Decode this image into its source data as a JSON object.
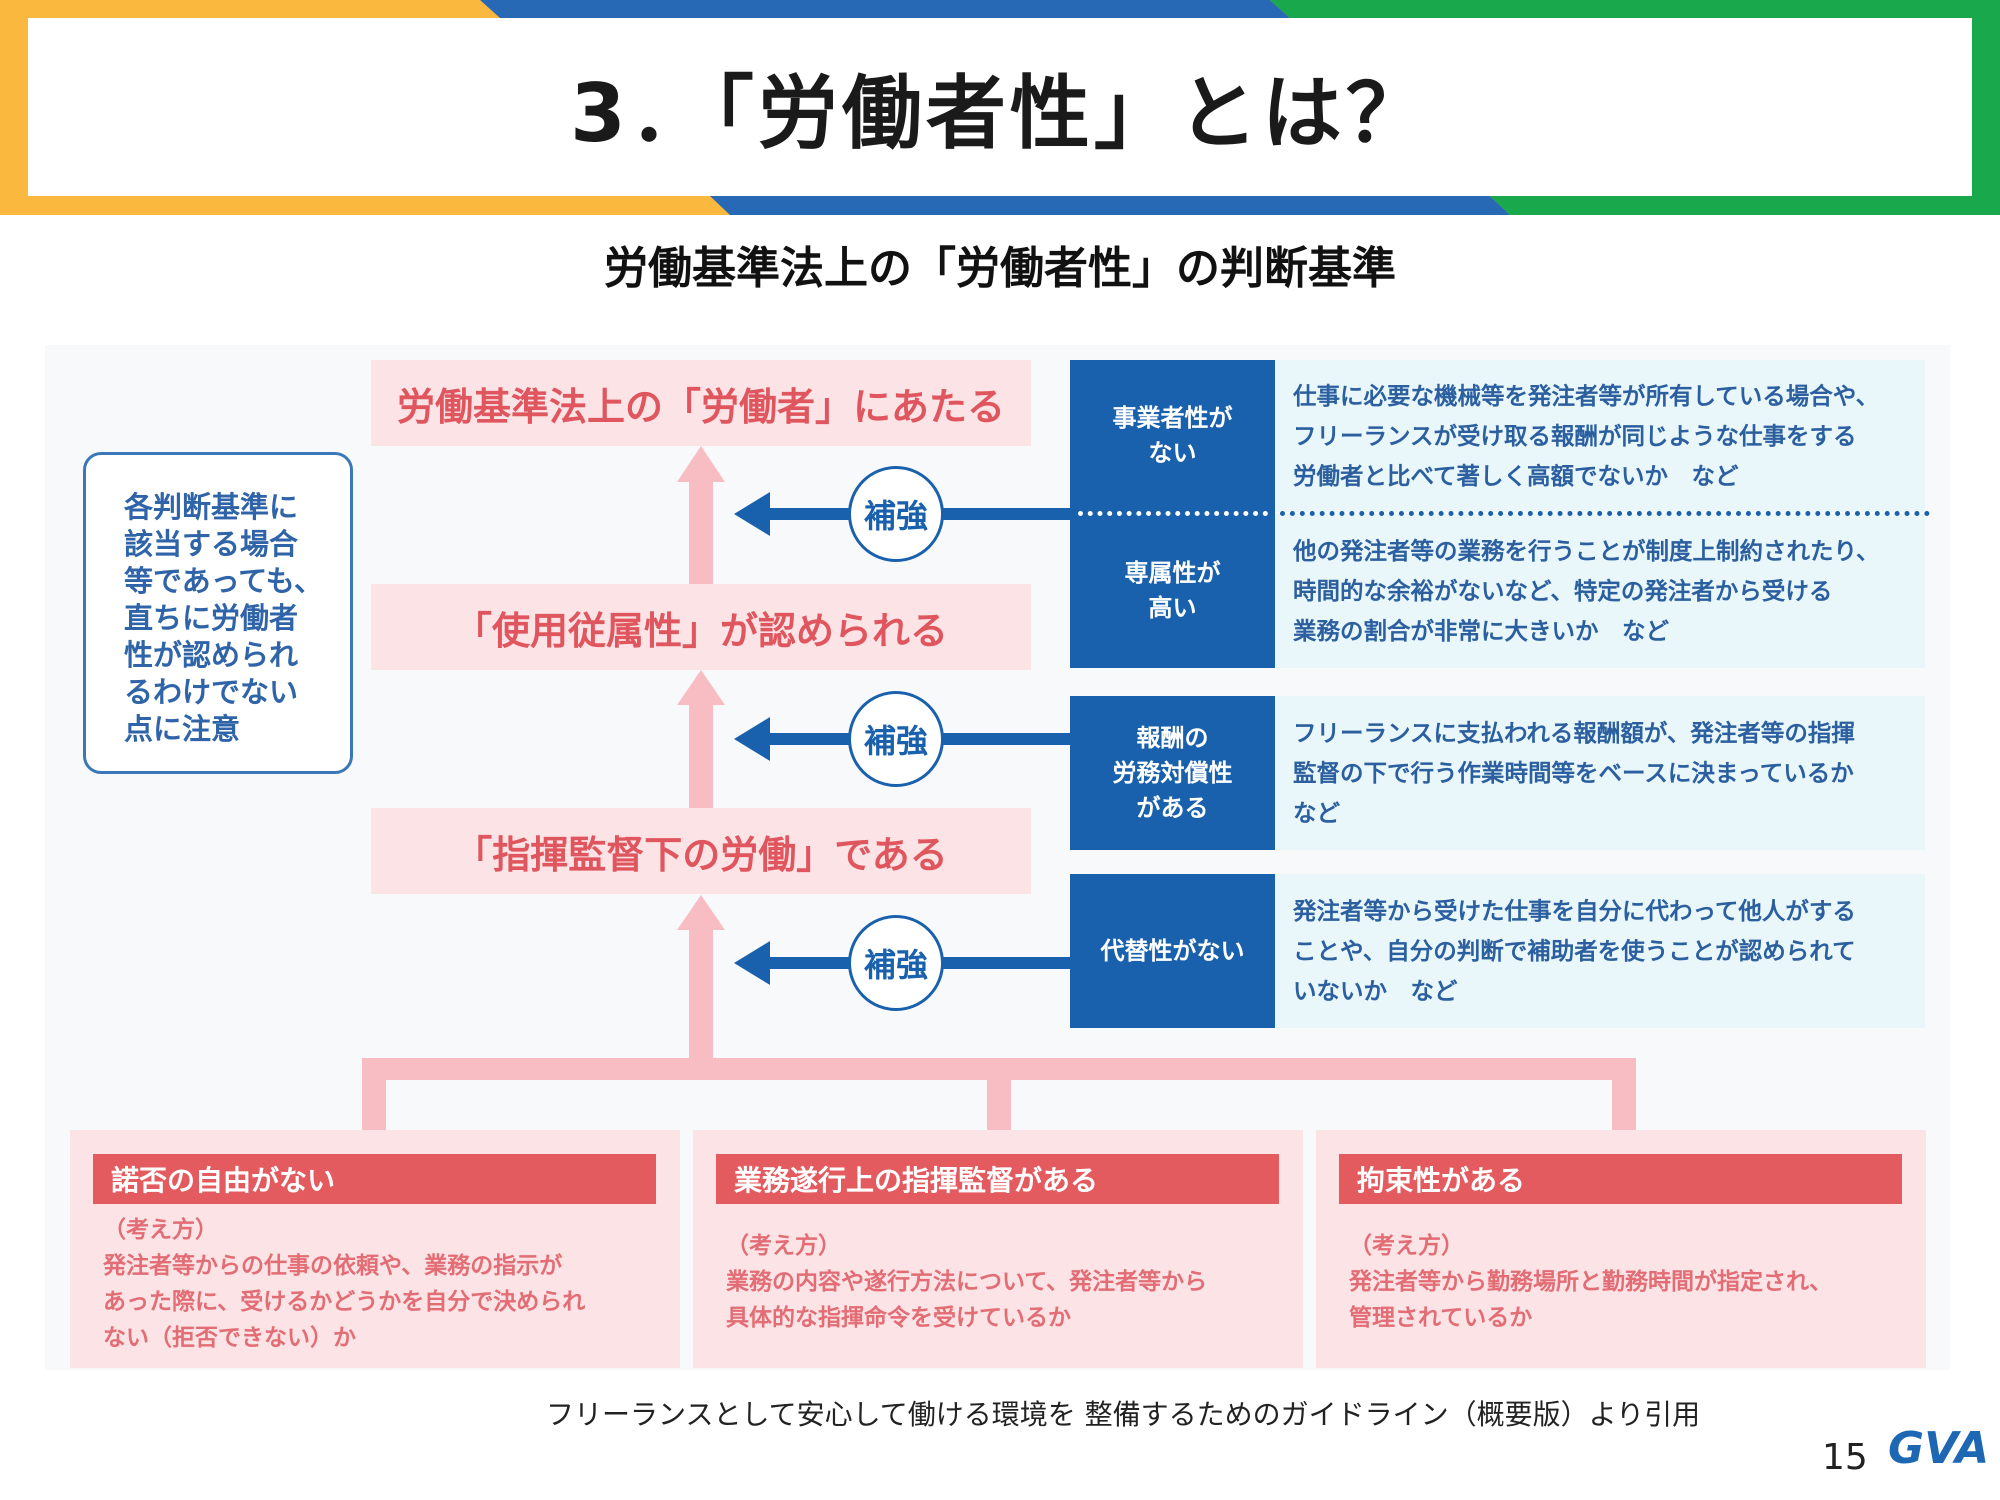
{
  "header": {
    "title": "3．「労働者性」とは？"
  },
  "subtitle": "労働基準法上の「労働者性」の判断基準",
  "note": {
    "lines": [
      "各判断基準に",
      "該当する場合",
      "等であっても、",
      "直ちに労働者",
      "性が認められ",
      "るわけでない",
      "点に注意"
    ]
  },
  "chain": {
    "top": "労働基準法上の「労働者」にあたる",
    "middle": "「使用従属性」が認められる",
    "bottom": "「指揮監督下の労働」である"
  },
  "hokyo_label": "補強",
  "factors": {
    "jigyosha": {
      "title": [
        "事業者性が",
        "ない"
      ],
      "desc": [
        "仕事に必要な機械等を発注者等が所有している場合や、",
        "フリーランスが受け取る報酬が同じような仕事をする",
        "労働者と比べて著しく高額でないか　など"
      ]
    },
    "senzoku": {
      "title": [
        "専属性が",
        "高い"
      ],
      "desc": [
        "他の発注者等の業務を行うことが制度上制約されたり、",
        "時間的な余裕がないなど、特定の発注者から受ける",
        "業務の割合が非常に大きいか　など"
      ]
    },
    "housyu": {
      "title": [
        "報酬の",
        "労務対償性",
        "がある"
      ],
      "desc": [
        "フリーランスに支払われる報酬額が、発注者等の指揮",
        "監督の下で行う作業時間等をベースに決まっているか",
        "など"
      ]
    },
    "daitai": {
      "title": [
        "代替性がない"
      ],
      "desc": [
        "発注者等から受けた仕事を自分に代わって他人がする",
        "ことや、自分の判断で補助者を使うことが認められて",
        "いないか　など"
      ]
    }
  },
  "criteria": [
    {
      "title": "諾否の自由がない",
      "label": "（考え方）",
      "lines": [
        "発注者等からの仕事の依頼や、業務の指示が",
        "あった際に、受けるかどうかを自分で決められ",
        "ない（拒否できない）か"
      ]
    },
    {
      "title": "業務遂行上の指揮監督がある",
      "label": "（考え方）",
      "lines": [
        "業務の内容や遂行方法について、発注者等から",
        "具体的な指揮命令を受けているか"
      ]
    },
    {
      "title": "拘束性がある",
      "label": "（考え方）",
      "lines": [
        "発注者等から勤務場所と勤務時間が指定され、",
        "管理されているか"
      ]
    }
  ],
  "footer": {
    "source": "フリーランスとして安心して働ける環境を 整備するためのガイドライン（概要版）より引用",
    "page_number": "15",
    "logo": "GVA"
  },
  "colors": {
    "accent_blue": "#1a61ad",
    "pink_text": "#e0565e",
    "pink_bg": "#fbe3e6",
    "red_band": "#e45b5f",
    "light_blue": "#e9f7fb",
    "orange": "#fbb83f",
    "green": "#1aa84c"
  }
}
